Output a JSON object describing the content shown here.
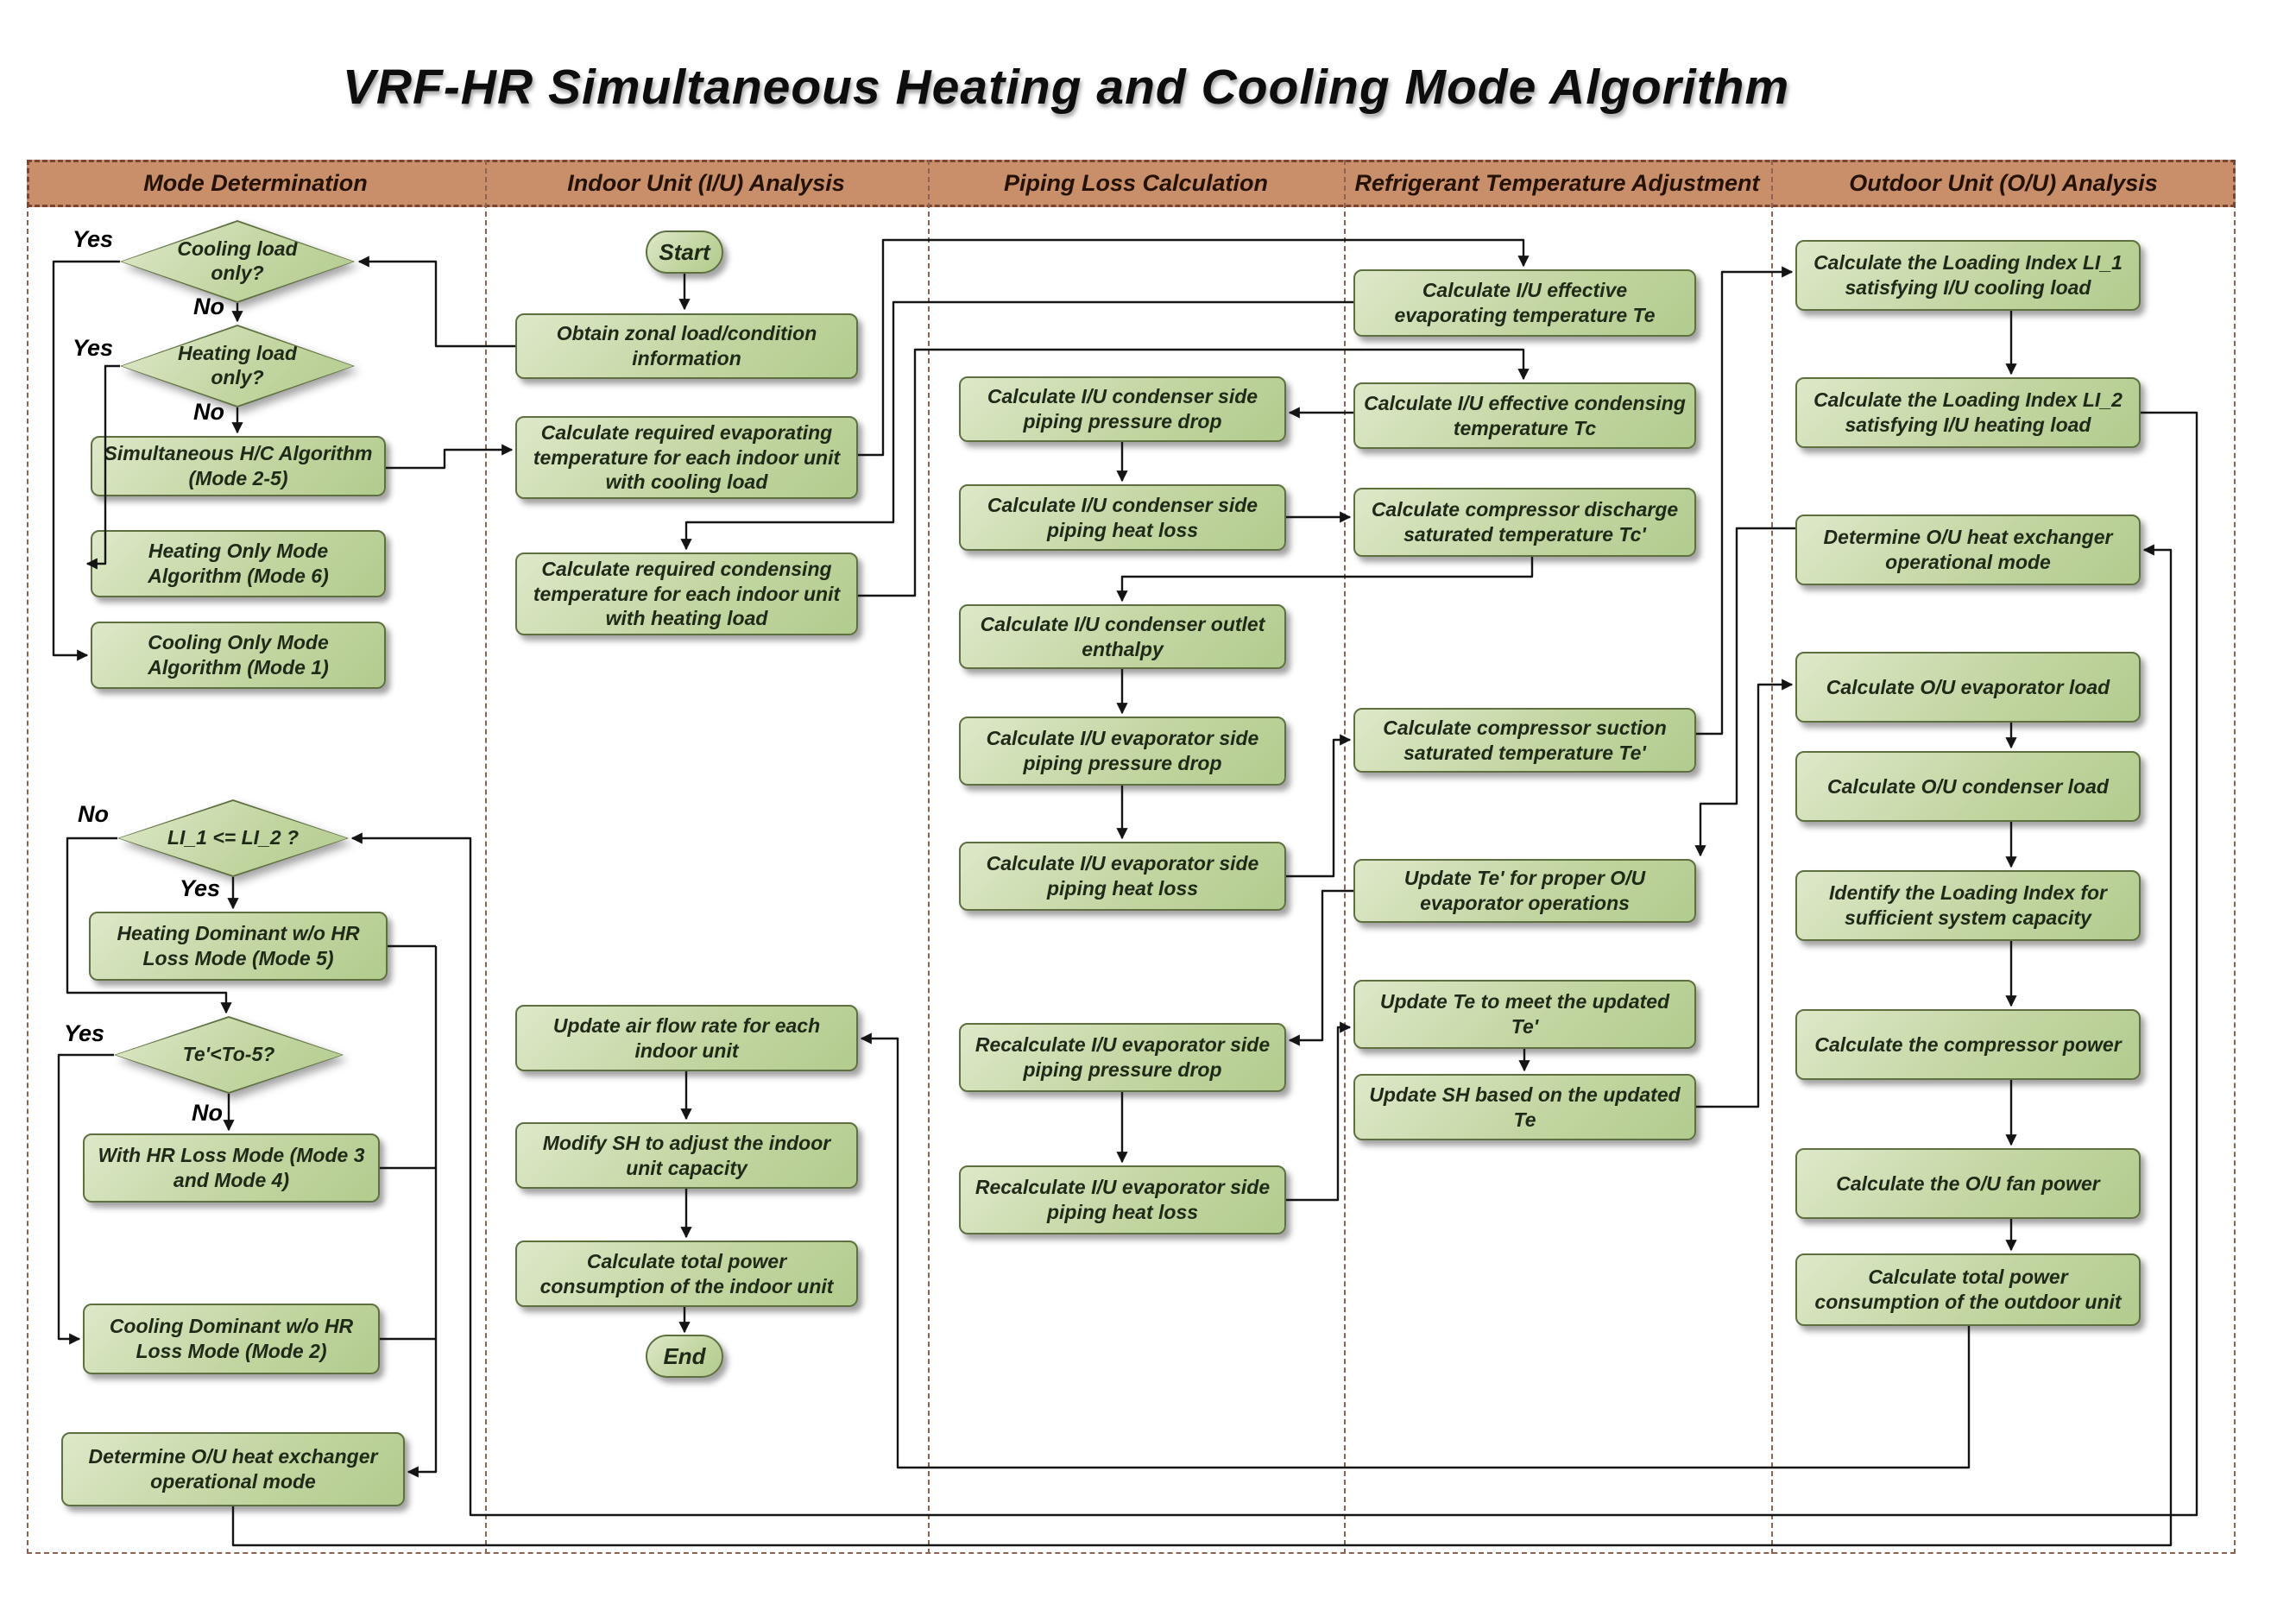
{
  "title": "VRF-HR Simultaneous Heating and Cooling Mode Algorithm",
  "lanes": [
    {
      "label": "Mode Determination"
    },
    {
      "label": "Indoor Unit (I/U) Analysis"
    },
    {
      "label": "Piping Loss Calculation"
    },
    {
      "label": "Refrigerant Temperature Adjustment"
    },
    {
      "label": "Outdoor Unit (O/U) Analysis"
    }
  ],
  "colors": {
    "header_fill": "#c98f6b",
    "header_border": "#7a4632",
    "lane_divider": "#8a6450",
    "node_fill_light": "#dde8c9",
    "node_fill_dark": "#b2cb8e",
    "node_border": "#5e7040",
    "edge": "#141414",
    "text": "#1f2917"
  },
  "nodes": {
    "start": {
      "label": "Start"
    },
    "end": {
      "label": "End"
    },
    "d1": {
      "label": "Cooling load only?",
      "yes": "Yes",
      "no": "No"
    },
    "d2": {
      "label": "Heating load only?",
      "yes": "Yes",
      "no": "No"
    },
    "d3": {
      "label": "LI_1 <= LI_2 ?",
      "yes": "Yes",
      "no": "No"
    },
    "d4": {
      "label": "Te'<To-5?",
      "yes": "Yes",
      "no": "No"
    },
    "b1": {
      "label": "Simultaneous H/C Algorithm (Mode 2-5)"
    },
    "b2": {
      "label": "Heating Only Mode Algorithm (Mode 6)"
    },
    "b3": {
      "label": "Cooling Only Mode Algorithm (Mode 1)"
    },
    "b4": {
      "label": "Heating Dominant w/o HR Loss Mode (Mode 5)"
    },
    "b5": {
      "label": "With HR Loss Mode (Mode 3 and Mode 4)"
    },
    "b6": {
      "label": "Cooling Dominant w/o HR Loss Mode (Mode 2)"
    },
    "b7": {
      "label": "Determine O/U heat exchanger operational mode"
    },
    "b8": {
      "label": "Obtain zonal load/condition information"
    },
    "b9": {
      "label": "Calculate required evaporating temperature for each indoor unit with cooling load"
    },
    "b10": {
      "label": "Calculate required condensing temperature for each indoor unit with heating load"
    },
    "b11": {
      "label": "Update air flow rate for each indoor unit"
    },
    "b12": {
      "label": "Modify SH to adjust the indoor unit capacity"
    },
    "b13": {
      "label": "Calculate total power consumption of the indoor unit"
    },
    "b14": {
      "label": "Calculate I/U condenser side piping pressure drop"
    },
    "b15": {
      "label": "Calculate I/U condenser side piping heat loss"
    },
    "b16": {
      "label": "Calculate I/U condenser outlet enthalpy"
    },
    "b17": {
      "label": "Calculate I/U evaporator side piping pressure drop"
    },
    "b18": {
      "label": "Calculate I/U evaporator side piping heat loss"
    },
    "b19": {
      "label": "Recalculate I/U evaporator side piping pressure drop"
    },
    "b20": {
      "label": "Recalculate I/U evaporator side piping heat loss"
    },
    "b21": {
      "label": "Calculate I/U effective evaporating temperature Te"
    },
    "b22": {
      "label": "Calculate I/U effective condensing temperature Tc"
    },
    "b23": {
      "label": "Calculate compressor discharge saturated temperature Tc'"
    },
    "b24": {
      "label": "Calculate compressor suction saturated temperature Te'"
    },
    "b25": {
      "label": "Update Te' for proper O/U evaporator operations"
    },
    "b26": {
      "label": "Update Te to meet the updated Te'"
    },
    "b27": {
      "label": "Update SH based on the updated Te"
    },
    "b28": {
      "label": "Calculate the Loading Index LI_1 satisfying I/U cooling load"
    },
    "b29": {
      "label": "Calculate the Loading Index LI_2 satisfying I/U heating load"
    },
    "b30": {
      "label": "Determine O/U heat exchanger operational mode"
    },
    "b31": {
      "label": "Calculate O/U evaporator load"
    },
    "b32": {
      "label": "Calculate O/U condenser load"
    },
    "b33": {
      "label": "Identify the Loading Index for sufficient system capacity"
    },
    "b34": {
      "label": "Calculate the compressor power"
    },
    "b35": {
      "label": "Calculate the O/U fan power"
    },
    "b36": {
      "label": "Calculate total power consumption of the outdoor unit"
    }
  }
}
